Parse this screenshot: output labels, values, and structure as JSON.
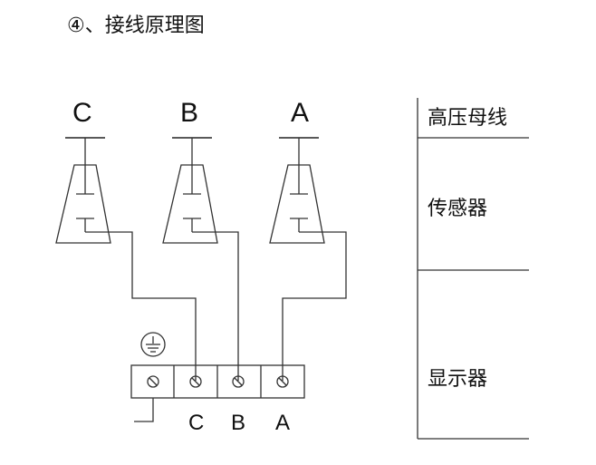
{
  "title": "④、接线原理图",
  "phases_top": [
    "C",
    "B",
    "A"
  ],
  "terminal_labels": [
    "C",
    "B",
    "A"
  ],
  "side_labels": {
    "busbar": "高压母线",
    "sensor": "传感器",
    "display": "显示器"
  },
  "icons": {
    "ground": "ground-symbol-icon",
    "terminal": "terminal-screw-icon"
  }
}
